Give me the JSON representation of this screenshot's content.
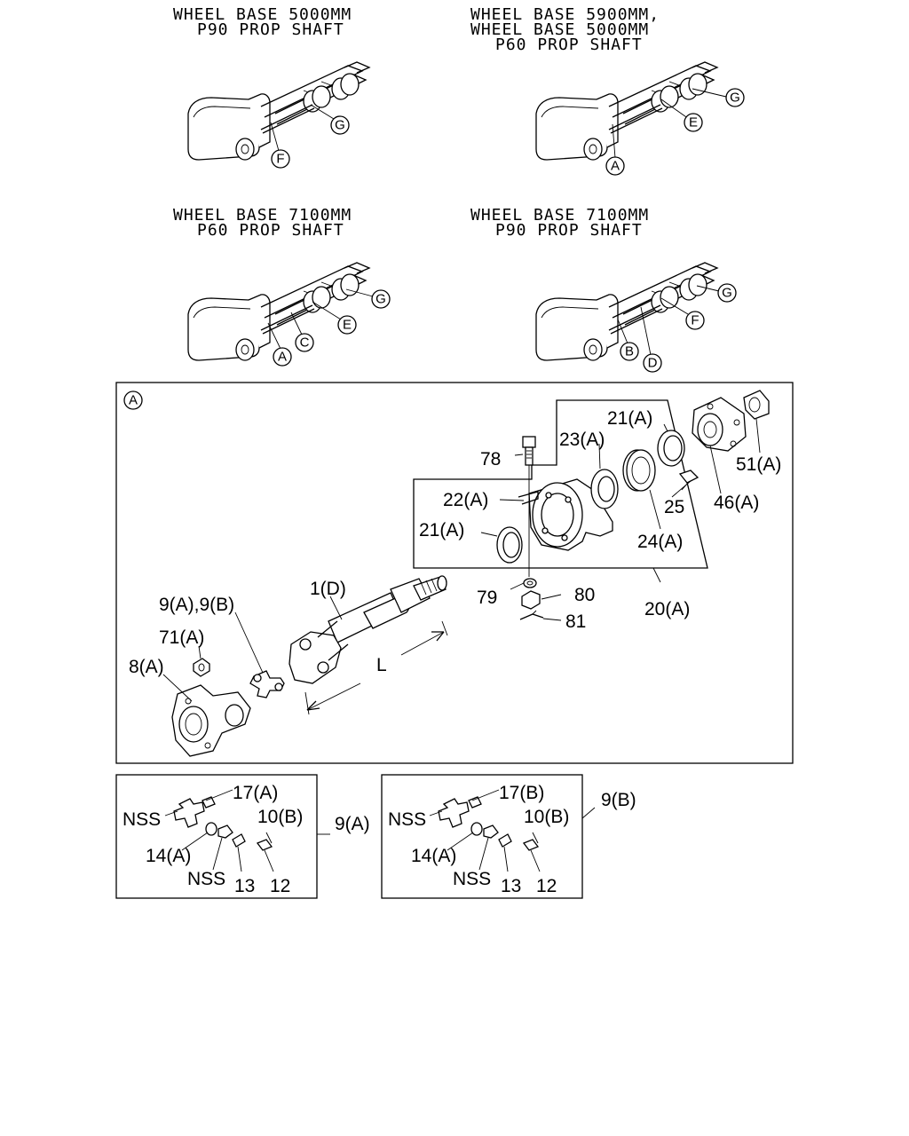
{
  "headers": [
    {
      "line1": "WHEEL BASE 5000MM",
      "line2": "P90 PROP SHAFT",
      "line3": ""
    },
    {
      "line1": "WHEEL BASE 5900MM,",
      "line2": "WHEEL BASE 5000MM",
      "line3": "P60 PROP SHAFT"
    },
    {
      "line1": "WHEEL BASE 7100MM",
      "line2": "P60 PROP SHAFT",
      "line3": ""
    },
    {
      "line1": "WHEEL BASE 7100MM",
      "line2": "P90 PROP SHAFT",
      "line3": ""
    }
  ],
  "truck_callouts": {
    "t1": [
      "F",
      "G"
    ],
    "t2": [
      "A",
      "E",
      "G"
    ],
    "t3": [
      "A",
      "C",
      "E",
      "G"
    ],
    "t4": [
      "B",
      "D",
      "F",
      "G"
    ]
  },
  "detail": {
    "tag": "A",
    "labels": {
      "p78": "78",
      "p23a": "23(A)",
      "p21a_top": "21(A)",
      "p22a": "22(A)",
      "p25": "25",
      "p46a": "46(A)",
      "p51a": "51(A)",
      "p21a_left": "21(A)",
      "p24a": "24(A)",
      "p1d": "1(D)",
      "p79": "79",
      "p80": "80",
      "p81": "81",
      "p20a": "20(A)",
      "p9a9b": "9(A),9(B)",
      "p71a": "71(A)",
      "p8a": "8(A)",
      "dimL": "L"
    }
  },
  "kit_a": {
    "name": "9(A)",
    "labels": {
      "p17": "17(A)",
      "nss1": "NSS",
      "p10": "10(B)",
      "p14": "14(A)",
      "nss2": "NSS",
      "p13": "13",
      "p12": "12"
    }
  },
  "kit_b": {
    "name": "9(B)",
    "labels": {
      "p17": "17(B)",
      "nss1": "NSS",
      "p10": "10(B)",
      "p14": "14(A)",
      "nss2": "NSS",
      "p13": "13",
      "p12": "12"
    }
  }
}
